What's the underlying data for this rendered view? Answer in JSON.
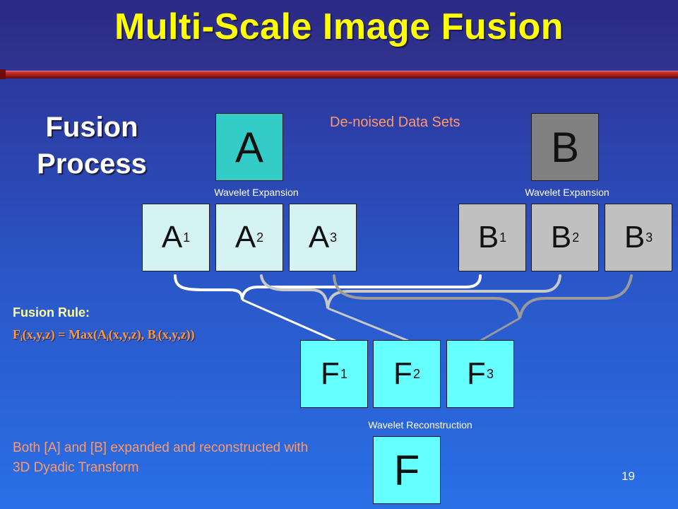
{
  "title": "Multi-Scale Image Fusion",
  "side_heading": "Fusion Process",
  "denoised_caption": "De-noised Data Sets",
  "source_a": {
    "label": "A",
    "color": "#34ccc6"
  },
  "source_b": {
    "label": "B",
    "color": "#808080"
  },
  "expansion_label_a": "Wavelet Expansion",
  "expansion_label_b": "Wavelet Expansion",
  "a_components": [
    {
      "letter": "A",
      "index": "1"
    },
    {
      "letter": "A",
      "index": "2"
    },
    {
      "letter": "A",
      "index": "3"
    }
  ],
  "b_components": [
    {
      "letter": "B",
      "index": "1"
    },
    {
      "letter": "B",
      "index": "2"
    },
    {
      "letter": "B",
      "index": "3"
    }
  ],
  "fusion_rule": {
    "heading": "Fusion Rule:",
    "f": "F",
    "i": "i",
    "args_1": "(x,y,z) = Max(A",
    "args_2": "(x,y,z), B",
    "args_3": "(x,y,z))"
  },
  "fused_components": [
    {
      "letter": "F",
      "index": "1"
    },
    {
      "letter": "F",
      "index": "2"
    },
    {
      "letter": "F",
      "index": "3"
    }
  ],
  "reconstruction_label": "Wavelet Reconstruction",
  "result": {
    "label": "F",
    "color": "#66ffff"
  },
  "note": "Both [A] and [B] expanded and reconstructed with 3D Dyadic Transform",
  "page_number": "19",
  "colors": {
    "title": "#ffff00",
    "caption": "#ff9966",
    "connector_white": "#ffffff",
    "connector_gray": "#b3b3b3",
    "rule_band": "#b22222"
  }
}
